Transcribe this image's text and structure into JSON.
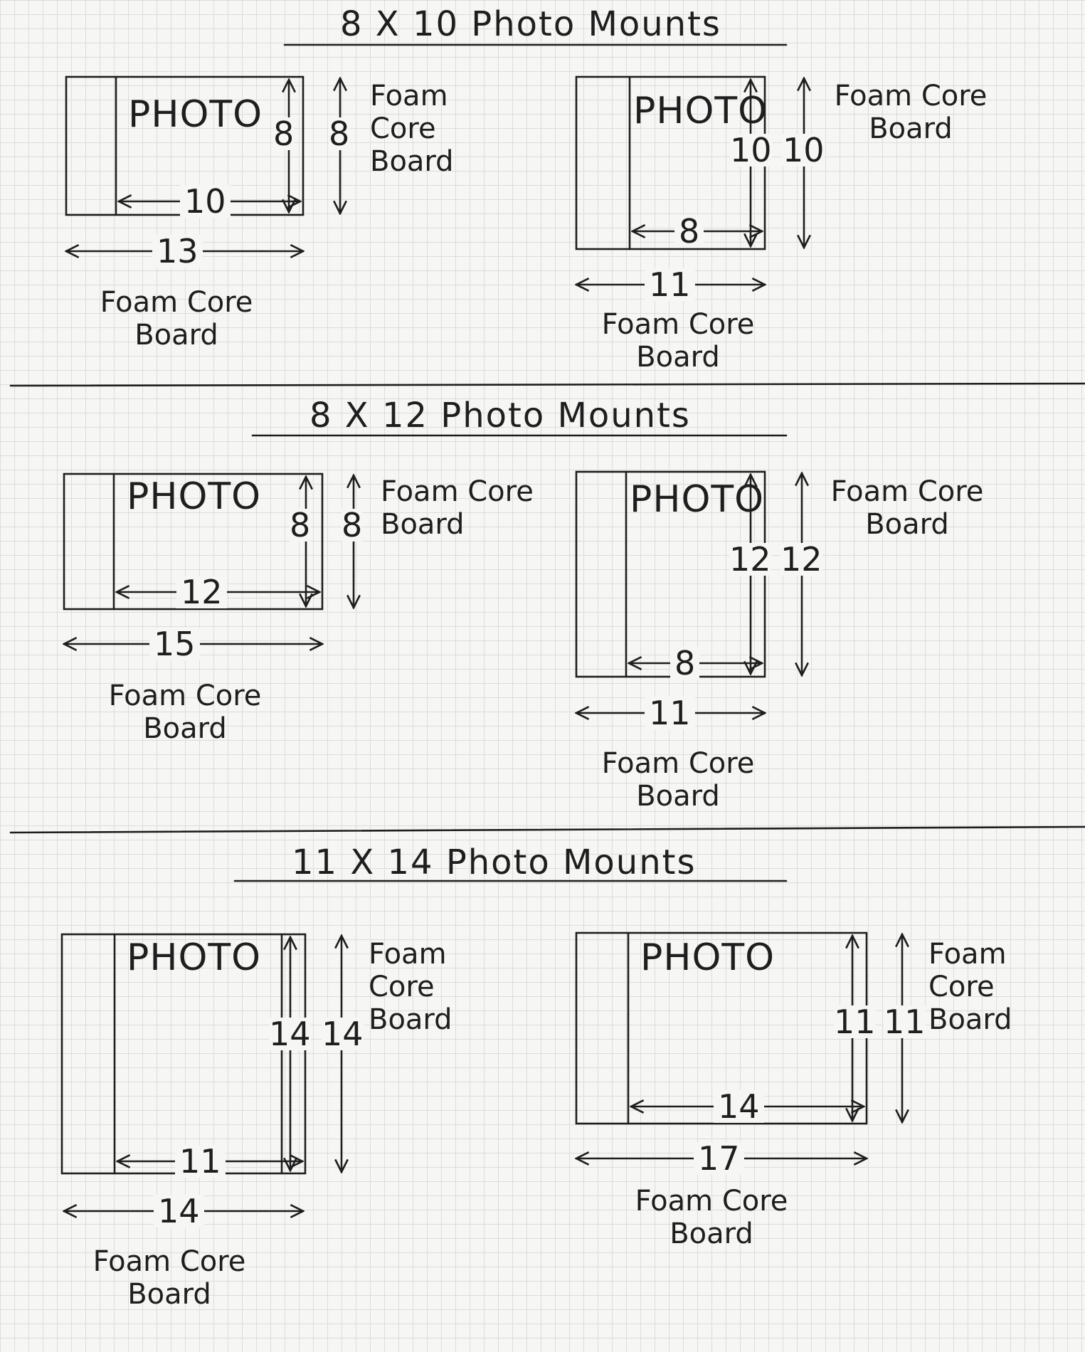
{
  "sections": [
    {
      "title": "8 X 10  Photo Mounts",
      "mounts": [
        {
          "photo_label": "PHOTO",
          "photo_height": "8",
          "board_height": "8",
          "photo_width": "10",
          "board_width": "13",
          "board_label": "Foam Core Board"
        },
        {
          "photo_label": "PHOTO",
          "photo_height": "10",
          "board_height": "10",
          "photo_width": "8",
          "board_width": "11",
          "board_label": "Foam Core Board"
        }
      ]
    },
    {
      "title": "8 X 12  Photo Mounts",
      "mounts": [
        {
          "photo_label": "PHOTO",
          "photo_height": "8",
          "board_height": "8",
          "photo_width": "12",
          "board_width": "15",
          "board_label": "Foam Core Board"
        },
        {
          "photo_label": "PHOTO",
          "photo_height": "12",
          "board_height": "12",
          "photo_width": "8",
          "board_width": "11",
          "board_label": "Foam Core Board"
        }
      ]
    },
    {
      "title": "11 X 14  Photo Mounts",
      "mounts": [
        {
          "photo_label": "PHOTO",
          "photo_height": "14",
          "board_height": "14",
          "photo_width": "11",
          "board_width": "14",
          "board_label": "Foam Core Board"
        },
        {
          "photo_label": "PHOTO",
          "photo_height": "11",
          "board_height": "11",
          "photo_width": "14",
          "board_width": "17",
          "board_label": "Foam Core Board"
        }
      ]
    }
  ]
}
